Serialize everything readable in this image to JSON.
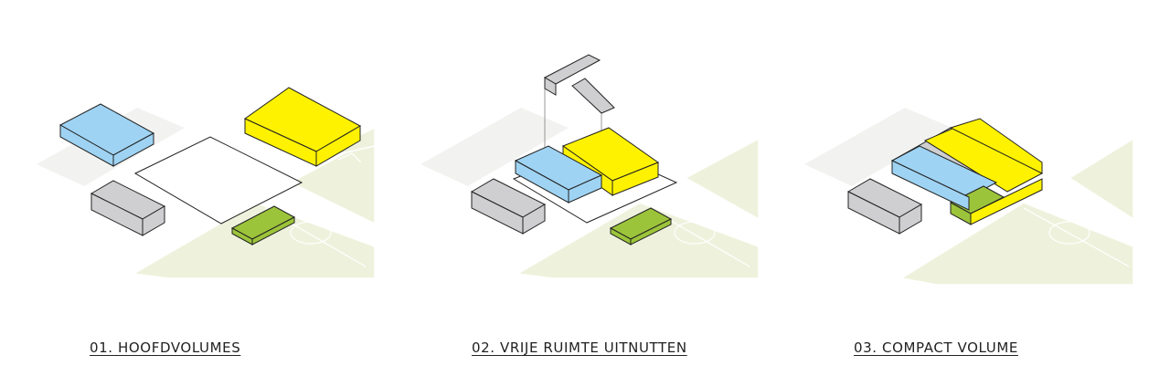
{
  "panels": [
    {
      "caption": "01. HOOFDVOLUMES"
    },
    {
      "caption": "02. VRIJE RUIMTE UITNUTTEN"
    },
    {
      "caption": "03. COMPACT VOLUME"
    }
  ],
  "colors": {
    "blue": "#9fd3f3",
    "yellow": "#fff200",
    "green": "#9cc43a",
    "grey": "#cfcfd1",
    "field": "#eef2dc",
    "plaza": "#f2f3f1",
    "line": "#222222"
  }
}
